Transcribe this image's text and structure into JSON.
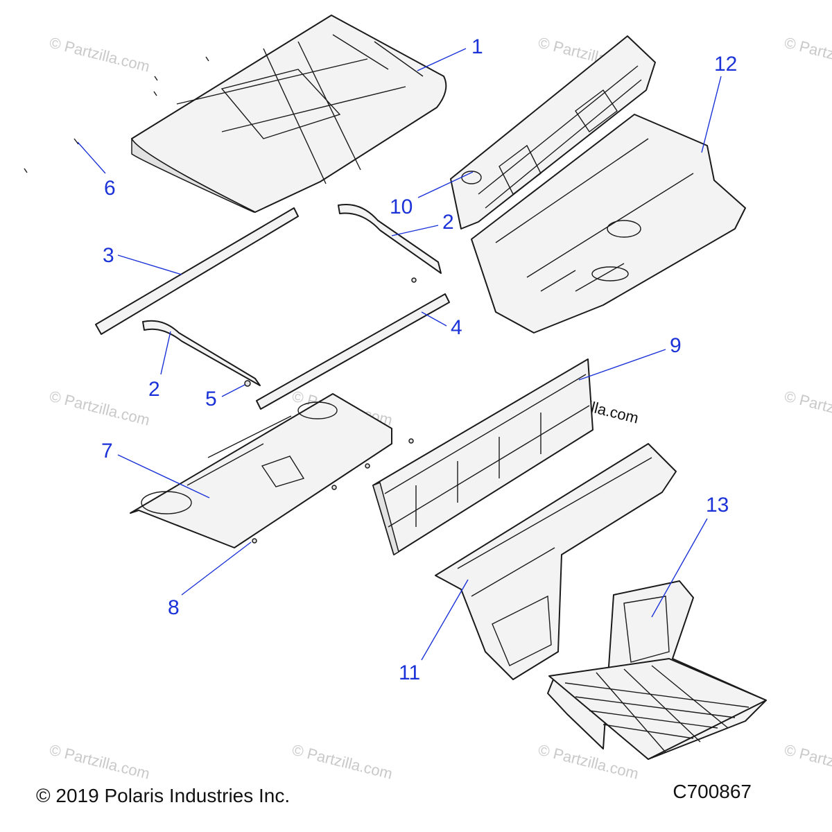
{
  "watermark": {
    "text": "© Partzilla.com"
  },
  "footer": {
    "copyright": "© 2019 Polaris Industries Inc.",
    "drawing_id": "C700867"
  },
  "callouts": {
    "c1": "1",
    "c2a": "2",
    "c2b": "2",
    "c3": "3",
    "c4": "4",
    "c5": "5",
    "c6": "6",
    "c7": "7",
    "c8": "8",
    "c9": "9",
    "c10": "10",
    "c11": "11",
    "c12": "12",
    "c13": "13"
  },
  "colors": {
    "callout": "#1a32d8",
    "line": "#1a1a1a",
    "watermark": "#c9c9c9"
  }
}
